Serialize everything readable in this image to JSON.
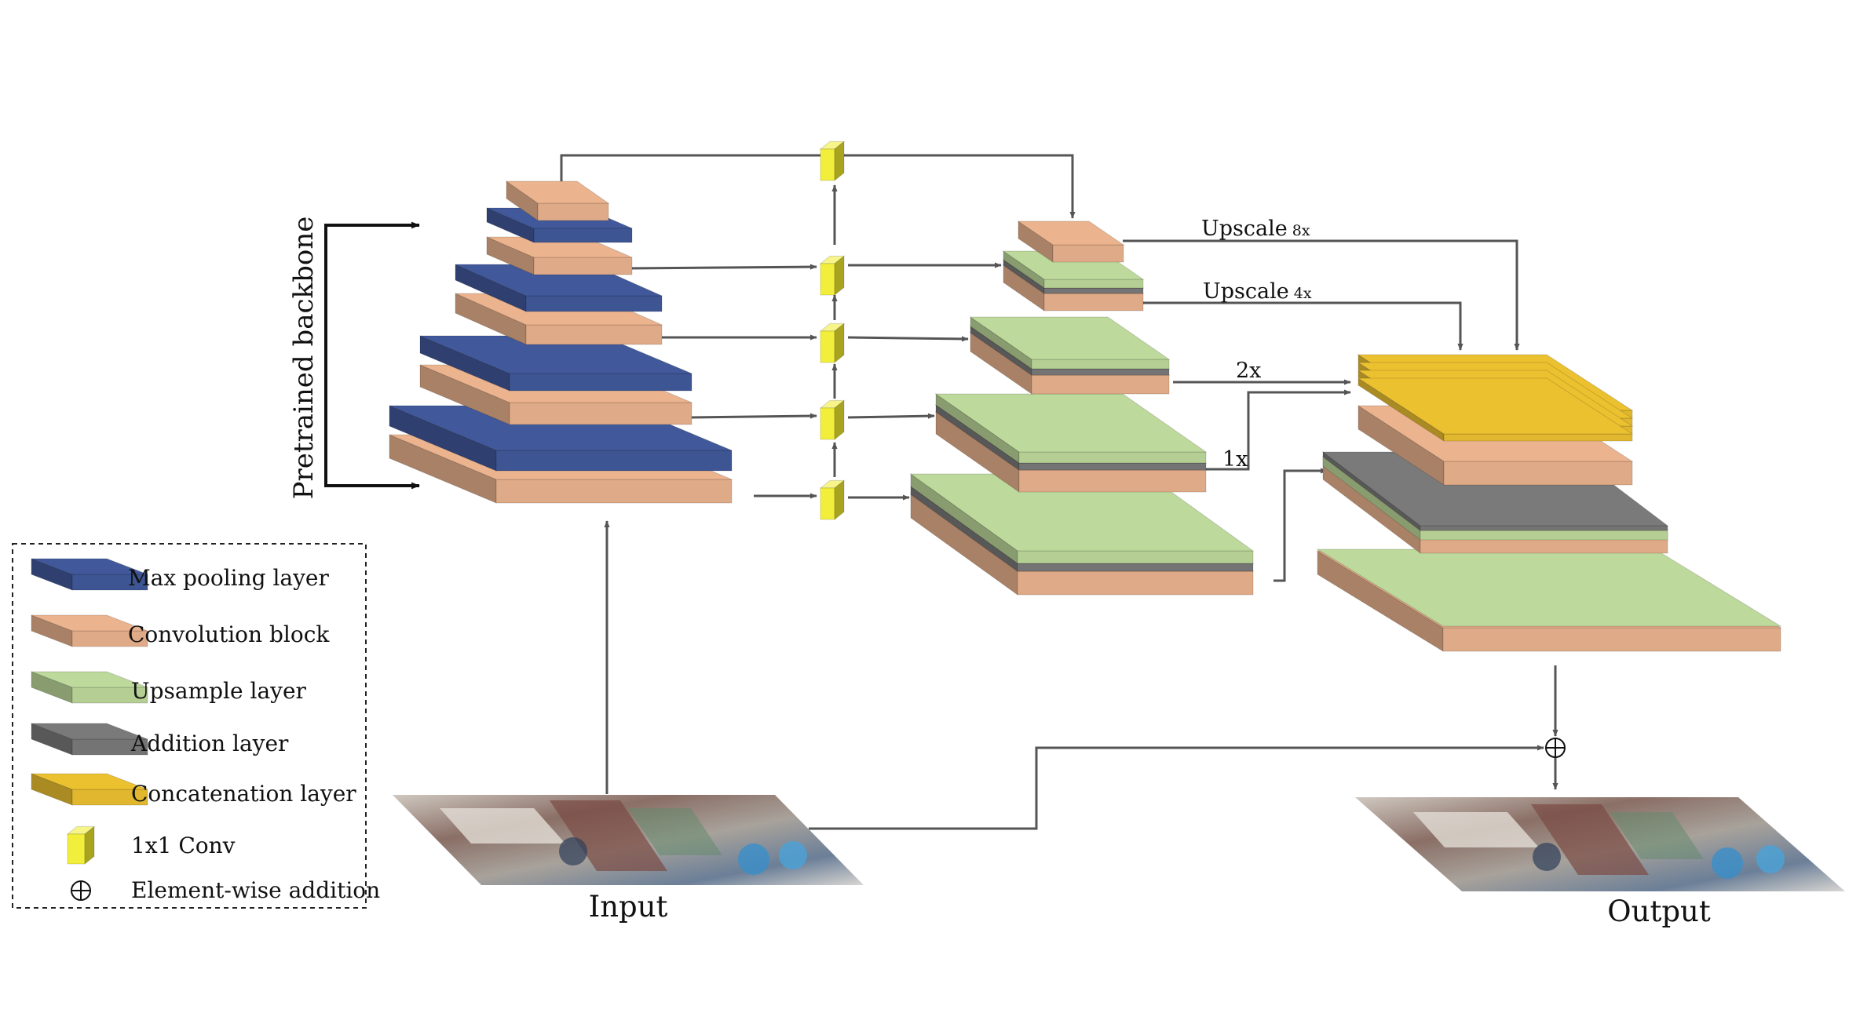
{
  "labels": {
    "backbone": "Pretrained backbone",
    "upscale8_main": "Upscale",
    "upscale8_sub": "8x",
    "upscale4_main": "Upscale",
    "upscale4_sub": "4x",
    "scale2": "2x",
    "scale1": "1x",
    "input": "Input",
    "output": "Output"
  },
  "legend": {
    "items": [
      {
        "label": "Max pooling layer",
        "icon": "slab-maxpool"
      },
      {
        "label": "Convolution block",
        "icon": "slab-conv"
      },
      {
        "label": "Upsample layer",
        "icon": "slab-upsample"
      },
      {
        "label": "Addition layer",
        "icon": "slab-addition"
      },
      {
        "label": "Concatenation layer",
        "icon": "slab-concat"
      },
      {
        "label": "1x1 Conv",
        "icon": "cube-conv1x1"
      },
      {
        "label": "Element-wise addition",
        "icon": "circle-plus"
      }
    ]
  },
  "colors": {
    "maxpool": "#41599b",
    "conv": "#ebb38e",
    "upsample": "#bdd99b",
    "addition": "#7a7a7a",
    "concat": "#ecc130",
    "conv1x1": "#f2ef3c",
    "arrow": "#555555"
  }
}
